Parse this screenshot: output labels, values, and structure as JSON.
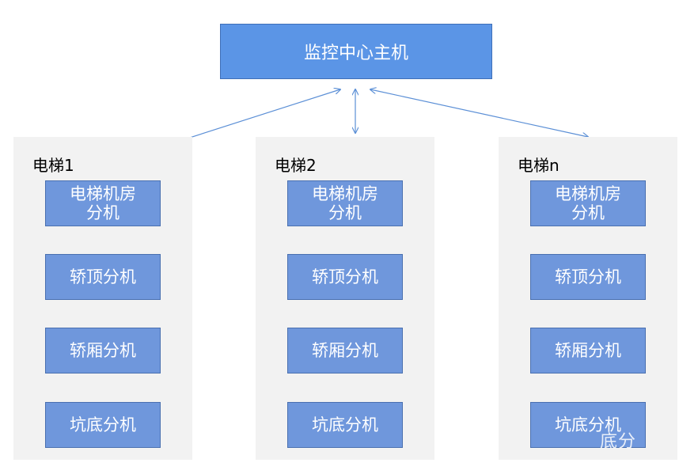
{
  "host": {
    "label": "监控中心主机"
  },
  "elevators": [
    {
      "name": "电梯1",
      "units": [
        "电梯机房\n分机",
        "轿顶分机",
        "轿厢分机",
        "坑底分机"
      ]
    },
    {
      "name": "电梯2",
      "units": [
        "电梯机房\n分机",
        "轿顶分机",
        "轿厢分机",
        "坑底分机"
      ]
    },
    {
      "name": "电梯n",
      "units": [
        "电梯机房\n分机",
        "轿顶分机",
        "轿厢分机",
        "坑底分机"
      ]
    }
  ],
  "watermark_fragment": "底分",
  "colors": {
    "host": "#5b95e6",
    "unit": "#6f97dc",
    "group_bg": "#f2f2f2",
    "arrow": "#5b8fd6"
  }
}
